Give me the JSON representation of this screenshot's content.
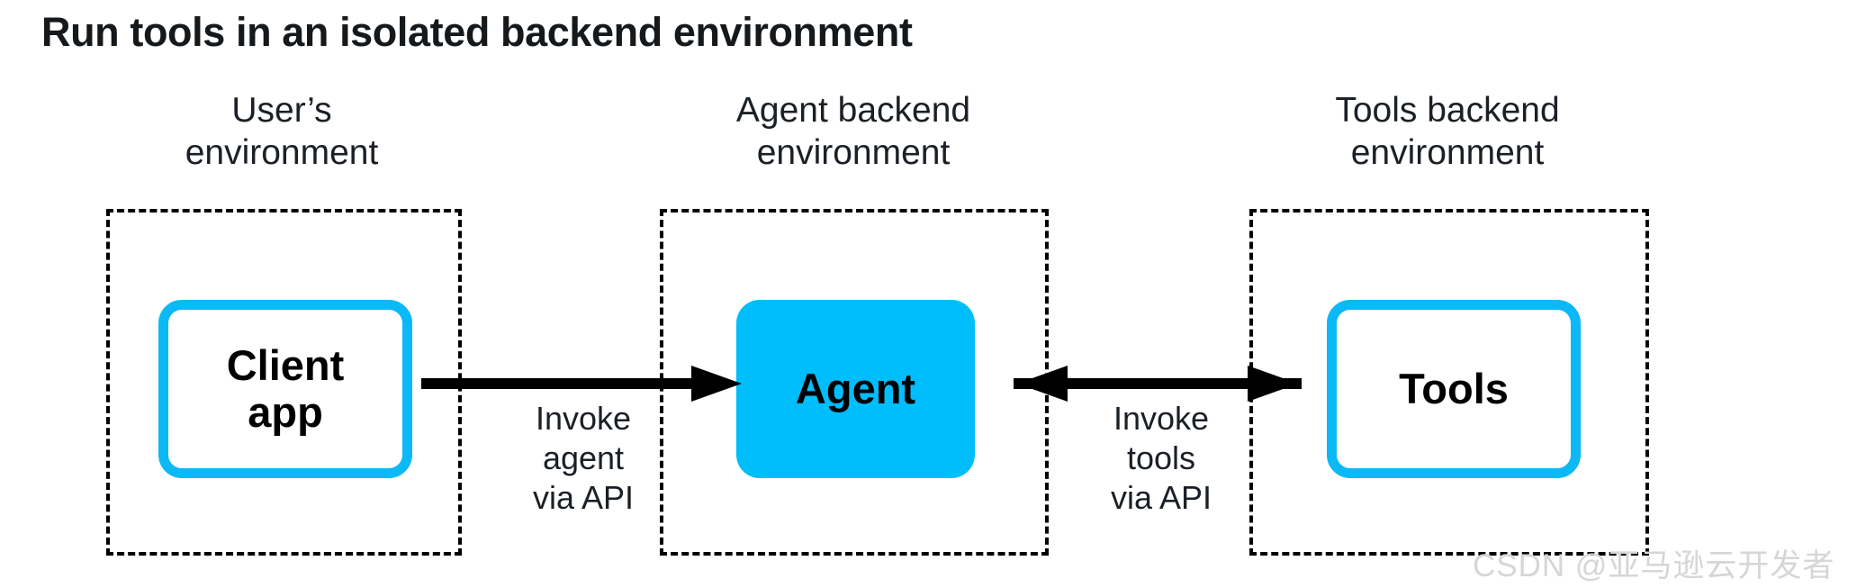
{
  "slide": {
    "title": "Run tools in an isolated backend environment",
    "background_color": "#ffffff",
    "accent_color": "#00bdfb",
    "border_color": "#0ab9f5",
    "text_color": "#1b2026"
  },
  "columns": [
    {
      "id": "user",
      "header_line1": "User’s",
      "header_line2": "environment",
      "node": {
        "line1": "Client",
        "line2": "app",
        "fill": "#ffffff",
        "stroke": "#0ab9f5"
      }
    },
    {
      "id": "agent",
      "header_line1": "Agent backend",
      "header_line2": "environment",
      "node": {
        "line1": "Agent",
        "line2": "",
        "fill": "#00bdfb",
        "stroke": "#00bdfb"
      }
    },
    {
      "id": "tools",
      "header_line1": "Tools backend",
      "header_line2": "environment",
      "node": {
        "line1": "Tools",
        "line2": "",
        "fill": "#ffffff",
        "stroke": "#0ab9f5"
      }
    }
  ],
  "connections": [
    {
      "id": "client-to-agent",
      "direction": "right",
      "label_line1": "Invoke",
      "label_line2": "agent",
      "label_line3": "via API"
    },
    {
      "id": "agent-to-tools",
      "direction": "both",
      "label_line1": "Invoke",
      "label_line2": "tools",
      "label_line3": "via API"
    }
  ],
  "watermark": {
    "text": "CSDN @亚马逊云开发者"
  }
}
